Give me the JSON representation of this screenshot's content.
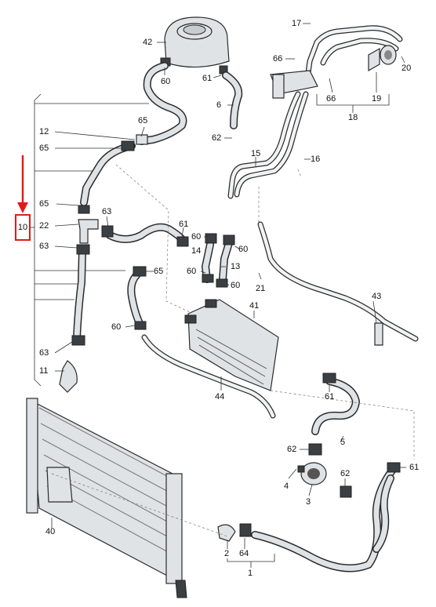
{
  "accent_color": "#e01b1b",
  "arrow_icon": "down-arrow-icon",
  "highlight": {
    "label": "10"
  },
  "callouts": {
    "c42": "42",
    "c60a": "60",
    "c61a": "61",
    "c6": "6",
    "c17": "17",
    "c66a": "66",
    "c20": "20",
    "c66b": "66",
    "c19": "19",
    "c18": "18",
    "c12": "12",
    "c65a": "65",
    "c65b": "65",
    "c62a": "62",
    "c15": "15",
    "c16": "16",
    "c65c": "65",
    "c22": "22",
    "c63a": "63",
    "c61b": "61",
    "c63b": "63",
    "c60b": "60",
    "c14": "14",
    "c60c": "60",
    "c65d": "65",
    "c60d": "60",
    "c13": "13",
    "c60e": "60",
    "c21": "21",
    "c41": "41",
    "c43": "43",
    "c60f": "60",
    "c63c": "63",
    "c11": "11",
    "c44": "44",
    "c61c": "61",
    "c5": "5",
    "c62b": "62",
    "c4": "4",
    "c62c": "62",
    "c3": "3",
    "c61d": "61",
    "c40": "40",
    "c2": "2",
    "c64": "64",
    "c1": "1"
  }
}
